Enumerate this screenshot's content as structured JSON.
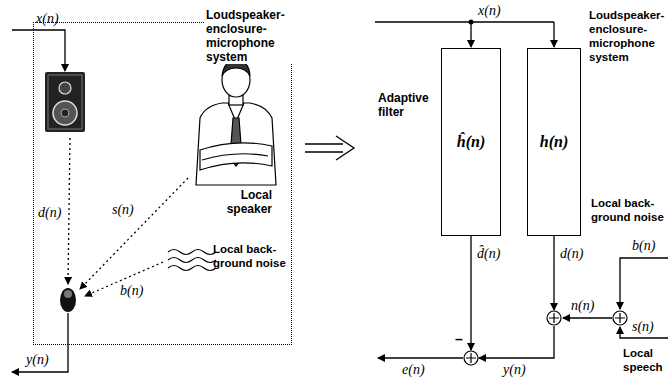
{
  "diagram": {
    "nodes": [
      {
        "text": [
          "Loudspeaker-enclosure-microphone system"
        ]
      },
      {
        "text": [
          "Adaptive filter",
          "ĥ(n)"
        ]
      },
      {
        "text": [
          "Loudspeaker-enclosure-microphone system",
          "h(n)"
        ]
      }
    ],
    "labels": [
      "x(n)",
      "d(n)",
      "s(n)",
      "b(n)",
      "Local speaker",
      "Local back-ground noise",
      "y(n)",
      "x(n)",
      "d̂(n)",
      "d(n)",
      "b(n)",
      "Local back-ground noise",
      "n(n)",
      "s(n)",
      "Local speech",
      "–",
      "e(n)",
      "y(n)"
    ]
  }
}
